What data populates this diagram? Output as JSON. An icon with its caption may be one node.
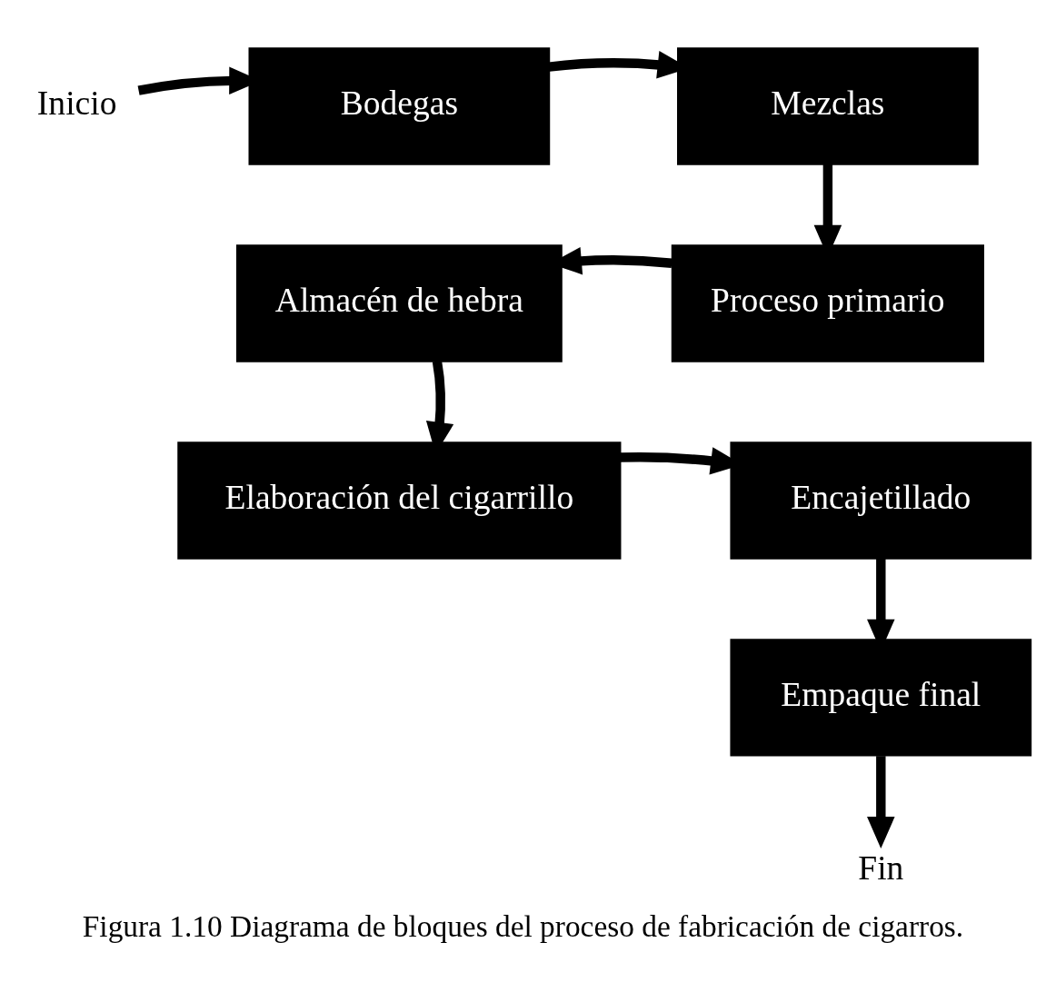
{
  "diagram": {
    "caption": "Figura 1.10 Diagrama de bloques del proceso de fabricación de cigarros.",
    "nodes": [
      {
        "text": [
          "Inicio"
        ]
      },
      {
        "text": [
          "Bodegas"
        ]
      },
      {
        "text": [
          "Mezclas"
        ]
      },
      {
        "text": [
          "Proceso primario"
        ]
      },
      {
        "text": [
          "Almacén de hebra"
        ]
      },
      {
        "text": [
          "Elaboración del cigarrillo"
        ]
      },
      {
        "text": [
          "Encajetillado"
        ]
      },
      {
        "text": [
          "Empaque final"
        ]
      },
      {
        "text": [
          "Fin"
        ]
      }
    ],
    "edges": [
      {
        "from": 0,
        "to": 1,
        "arrow": "to"
      },
      {
        "from": 1,
        "to": 2,
        "arrow": "to"
      },
      {
        "from": 2,
        "to": 3,
        "arrow": "to"
      },
      {
        "from": 3,
        "to": 4,
        "arrow": "to"
      },
      {
        "from": 4,
        "to": 5,
        "arrow": "to"
      },
      {
        "from": 5,
        "to": 6,
        "arrow": "to"
      },
      {
        "from": 6,
        "to": 7,
        "arrow": "to"
      },
      {
        "from": 7,
        "to": 8,
        "arrow": "to"
      }
    ]
  }
}
